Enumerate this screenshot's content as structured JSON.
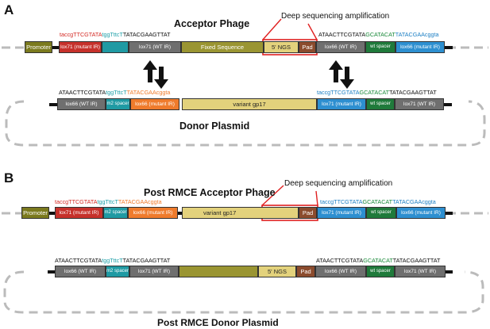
{
  "panel_a": {
    "label": "A",
    "acceptor_title": "Acceptor Phage",
    "deep_seq_label": "Deep sequencing amplification",
    "acceptor": {
      "promoter": "Promoter",
      "lox71_mutant": "lox71 (mutant IR)",
      "lox71_wt": "lox71 (WT IR)",
      "fixed_sequence": "Fixed Sequence",
      "ngs": "5' NGS",
      "pad": "Pad",
      "lox66_wt": "lox66 (WT IR)",
      "wt_spacer": "wt spacer",
      "lox66_mutant": "lox66 (mutant IR)"
    },
    "acceptor_seq_left": {
      "p1": "taccgTTCGTATA",
      "p2": "tggTttcT",
      "p3": "TATACGAAGTTAT"
    },
    "acceptor_seq_right": {
      "p1": "ATAACTTCGTATA",
      "p2": "GCATACAT",
      "p3": "TATACGAAcggta"
    },
    "donor_seq_left": {
      "p1": "ATAACTTCGTATA",
      "p2": "tggTttcT",
      "p3": "TATACGAAcggta"
    },
    "donor_seq_right": {
      "p1": "taccgTTCGTATA",
      "p2": "GCATACAT",
      "p3": "TATACGAAGTTAT"
    },
    "donor": {
      "lox66_wt": "lox66 (WT IR)",
      "m2_spacer": "m2 spacer",
      "lox66_mutant": "lox66 (mutant IR)",
      "variant": "variant gp17",
      "lox71_mutant": "lox71 (mutant IR)",
      "wt_spacer": "wt spacer",
      "lox71_wt": "lox71 (WT IR)"
    },
    "donor_title": "Donor Plasmid"
  },
  "panel_b": {
    "label": "B",
    "acceptor_title": "Post RMCE Acceptor Phage",
    "deep_seq_label": "Deep sequencing amplification",
    "acceptor": {
      "promoter": "Promoter",
      "lox71_mutant": "lox71 (mutant IR)",
      "m2_spacer": "m2 spacer",
      "lox66_mutant": "lox66 (mutant IR)",
      "variant": "variant gp17",
      "pad": "Pad",
      "lox71_mutant_r": "lox71 (mutant IR)",
      "wt_spacer": "wt spacer",
      "lox66_mutant_r": "lox66 (mutant IR)"
    },
    "acceptor_seq_left": {
      "p1": "taccgTTCGTATA",
      "p2": "tggTttcT",
      "p3": "TATACGAAcggta"
    },
    "acceptor_seq_right": {
      "p1": "taccgTTCGTATA",
      "p2": "GCATACAT",
      "p3": "TATACGAAcggta"
    },
    "donor_seq_left": {
      "p1": "ATAACTTCGTATA",
      "p2": "tggTttcT",
      "p3": "TATACGAAGTTAT"
    },
    "donor_seq_right": {
      "p1": "ATAACTTCGTATA",
      "p2": "GCATACAT",
      "p3": "TATACGAAGTTAT"
    },
    "donor": {
      "lox66_wt": "lox66 (WT IR)",
      "m2_spacer": "m2 spacer",
      "lox71_wt": "lox71 (WT IR)",
      "ngs": "5' NGS",
      "pad": "Pad",
      "lox66_wt_r": "lox66 (WT IR)",
      "wt_spacer": "wt spacer",
      "lox71_wt_r": "lox71 (WT IR)"
    },
    "donor_title": "Post RMCE Donor Plasmid"
  },
  "colors": {
    "promoter": "#7b7a1e",
    "lox_red": "#c6312b",
    "lox_gray": "#6f6f6f",
    "olive": "#9a9532",
    "ngs": "#e3d27c",
    "pad": "#8b4b2d",
    "green_spacer": "#1f7a3b",
    "teal_spacer": "#1f9aa3",
    "lox_blue": "#2d8fd0",
    "lox_orange": "#ef7b2c",
    "variant": "#e3d27c",
    "highlight": "#e02020"
  }
}
